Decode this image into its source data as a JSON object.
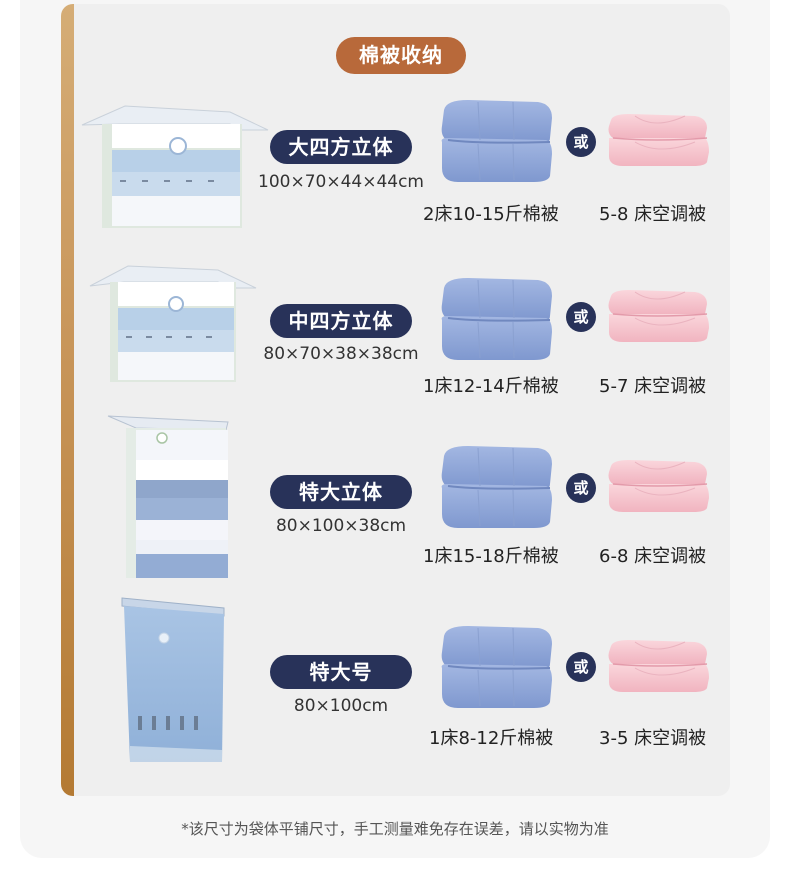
{
  "header": {
    "title": "棉被收纳"
  },
  "or_label": "或",
  "colors": {
    "title_pill": "#b8693a",
    "label_pill": "#283259",
    "gold_bar_top": "#d5ad76",
    "gold_bar_bottom": "#b47a33",
    "panel_bg": "#efefef",
    "card_bg": "#f6f6f6",
    "cotton_quilt": "#8ea6d8",
    "ac_quilt": "#f5c6cf"
  },
  "rows": [
    {
      "name": "大四方立体",
      "dims": "100×70×44×44cm",
      "cotton_caption": "2床10-15斤棉被",
      "ac_caption": "5-8 床空调被",
      "bag_image": "cube-bag-large"
    },
    {
      "name": "中四方立体",
      "dims": "80×70×38×38cm",
      "cotton_caption": "1床12-14斤棉被",
      "ac_caption": "5-7 床空调被",
      "bag_image": "cube-bag-medium"
    },
    {
      "name": "特大立体",
      "dims": "80×100×38cm",
      "cotton_caption": "1床15-18斤棉被",
      "ac_caption": "6-8 床空调被",
      "bag_image": "tall-bag"
    },
    {
      "name": "特大号",
      "dims": "80×100cm",
      "cotton_caption": "1床8-12斤棉被",
      "ac_caption": "3-5 床空调被",
      "bag_image": "flat-bag"
    }
  ],
  "footnote": "*该尺寸为袋体平铺尺寸，手工测量难免存在误差，请以实物为准"
}
